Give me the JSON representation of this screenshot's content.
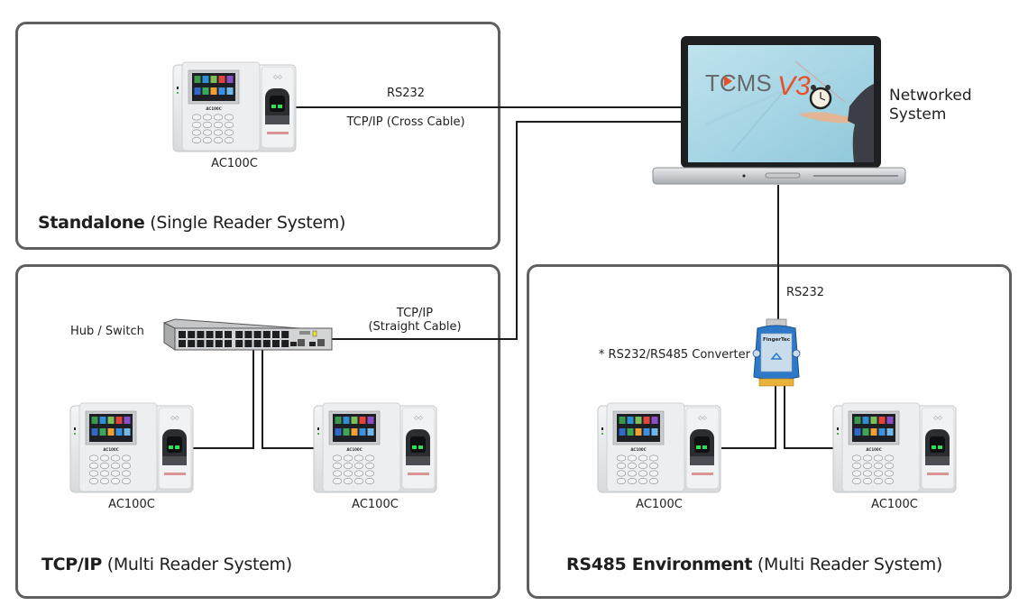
{
  "panels": {
    "standalone": {
      "title_bold": "Standalone",
      "title_rest": " (Single Reader System)"
    },
    "tcpip": {
      "title_bold": "TCP/IP",
      "title_rest": " (Multi Reader System)"
    },
    "rs485": {
      "title_bold": "RS485 Environment",
      "title_rest": " (Multi Reader System)"
    }
  },
  "devices": {
    "model": "AC100C",
    "screen_brand": "AC100C",
    "icon_colors": [
      "#3a9a4a",
      "#2f8fd6",
      "#7bbf5a",
      "#e2443c",
      "#8a4fc8",
      "#3068c8",
      "#3aa85a",
      "#f0a030",
      "#3a8fe0",
      "#6fb8e6"
    ]
  },
  "computer": {
    "label_line1": "Networked",
    "label_line2": "System",
    "screen_logo_main": "TCMS",
    "screen_logo_version": "V3",
    "logo_accent": "#e8502a"
  },
  "connections": {
    "rs232_top": "RS232",
    "tcpip_cross": "TCP/IP (Cross Cable)",
    "tcpip_straight_line1": "TCP/IP",
    "tcpip_straight_line2": "(Straight Cable)",
    "rs232_converter_link": "RS232"
  },
  "network": {
    "switch_label": "Hub / Switch",
    "converter_label": "* RS232/RS485 Converter",
    "converter_brand": "FingerTec",
    "converter_color": "#2e78c8"
  }
}
